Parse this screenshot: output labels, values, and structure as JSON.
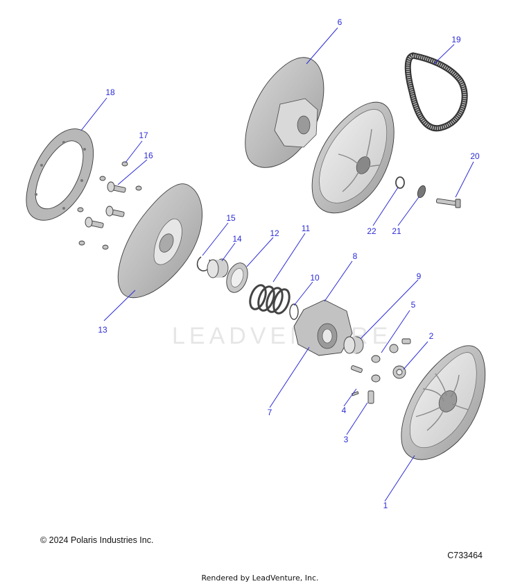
{
  "watermark": "LEADVENTURE",
  "copyright": "© 2024 Polaris Industries Inc.",
  "figure_code": "C733464",
  "rendered_by": "Rendered by LeadVenture, Inc.",
  "callout_color": "#2a2ad8",
  "callouts": [
    "1",
    "2",
    "3",
    "4",
    "5",
    "6",
    "7",
    "8",
    "9",
    "10",
    "11",
    "12",
    "13",
    "14",
    "15",
    "16",
    "17",
    "18",
    "19",
    "20",
    "21",
    "22"
  ]
}
